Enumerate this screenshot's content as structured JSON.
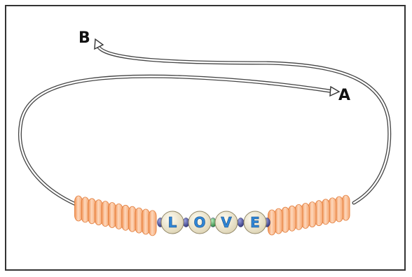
{
  "labels": {
    "end_a": "A",
    "end_b": "B"
  },
  "bracelet": {
    "letters": [
      "L",
      "O",
      "V",
      "E"
    ]
  },
  "colors": {
    "cord": "#444444",
    "cord_fill": "#ffffff",
    "disc_bead": "#f6a56e",
    "disc_bead_highlight": "#fdd8bd",
    "letter_bead": "#f3ecd6",
    "letter_text": "#2f86d6",
    "spacer_dark": "#3b3f8f",
    "spacer_green": "#37a84b",
    "frame": "#333333"
  }
}
